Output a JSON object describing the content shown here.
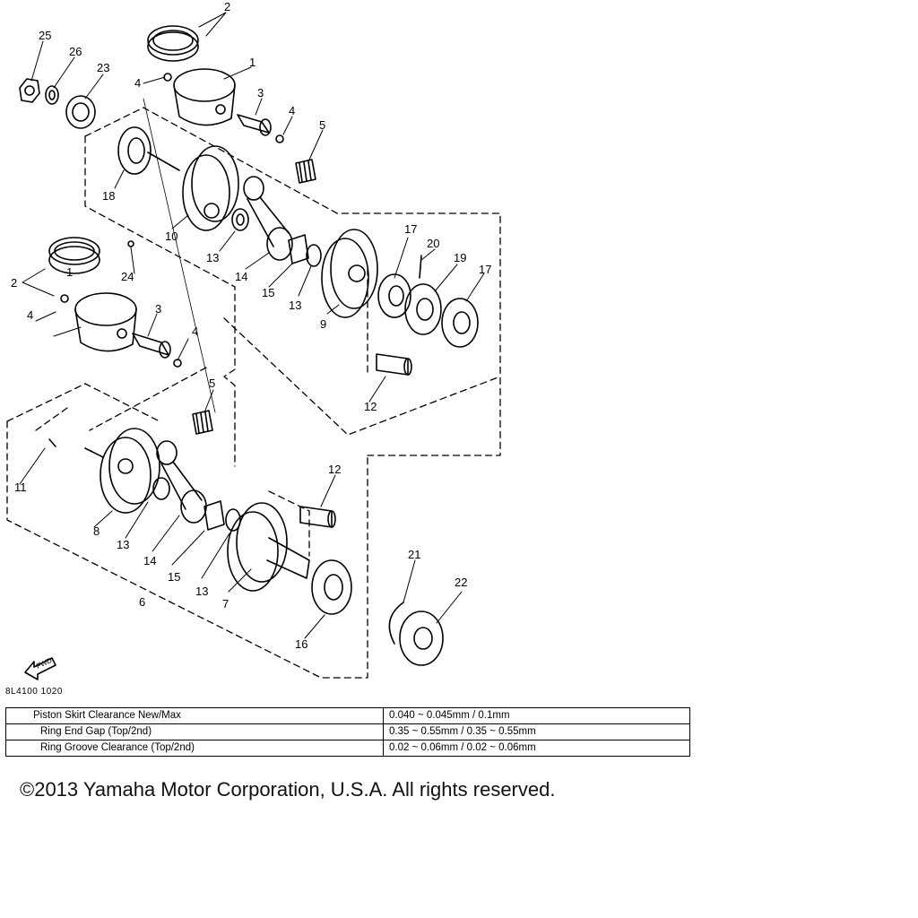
{
  "diagram": {
    "drawing_code": "8L4100 1020",
    "fwd_label": "FWD",
    "callouts": [
      "1",
      "1",
      "2",
      "2",
      "3",
      "3",
      "4",
      "4",
      "4",
      "4",
      "5",
      "5",
      "6",
      "7",
      "8",
      "9",
      "10",
      "11",
      "12",
      "12",
      "13",
      "13",
      "13",
      "13",
      "14",
      "14",
      "15",
      "15",
      "16",
      "17",
      "17",
      "18",
      "19",
      "20",
      "21",
      "22",
      "23",
      "24",
      "25",
      "26"
    ]
  },
  "spec_table": {
    "rows": [
      {
        "label": "Piston Skirt Clearance New/Max",
        "value": "0.040 ~ 0.045mm / 0.1mm"
      },
      {
        "label": "Ring End Gap (Top/2nd)",
        "value": "0.35 ~ 0.55mm / 0.35 ~ 0.55mm"
      },
      {
        "label": "Ring Groove Clearance (Top/2nd)",
        "value": "0.02 ~ 0.06mm / 0.02 ~ 0.06mm"
      }
    ]
  },
  "copyright": "©2013 Yamaha Motor Corporation, U.S.A. All rights reserved."
}
